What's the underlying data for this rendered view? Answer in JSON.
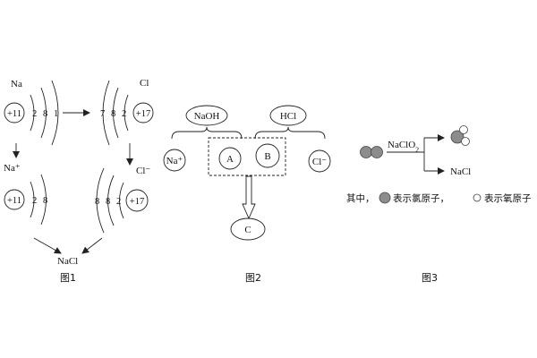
{
  "figure1": {
    "na_label": "Na",
    "na_nucleus": "+11",
    "na_shells": [
      "2",
      "8",
      "1"
    ],
    "cl_label": "Cl",
    "cl_nucleus": "+17",
    "cl_shells": [
      "7",
      "8",
      "2"
    ],
    "na_ion_label": "Na⁺",
    "na_ion_nucleus": "+11",
    "na_ion_shells": [
      "2",
      "8"
    ],
    "cl_ion_label": "Cl⁻",
    "cl_ion_nucleus": "+17",
    "cl_ion_shells": [
      "8",
      "8",
      "2"
    ],
    "product": "NaCl",
    "caption": "图1"
  },
  "figure2": {
    "naoh": "NaOH",
    "hcl": "HCl",
    "na_ion": "Na⁺",
    "a": "A",
    "b": "B",
    "cl_ion": "Cl⁻",
    "c": "C",
    "caption": "图2"
  },
  "figure3": {
    "reagent_main": "NaClO",
    "reagent_sub": "2",
    "product": "NaCl",
    "legend_prefix": "其中，",
    "legend_cl": "表示氯原子，",
    "legend_o": "表示氧原子",
    "caption": "图3"
  }
}
